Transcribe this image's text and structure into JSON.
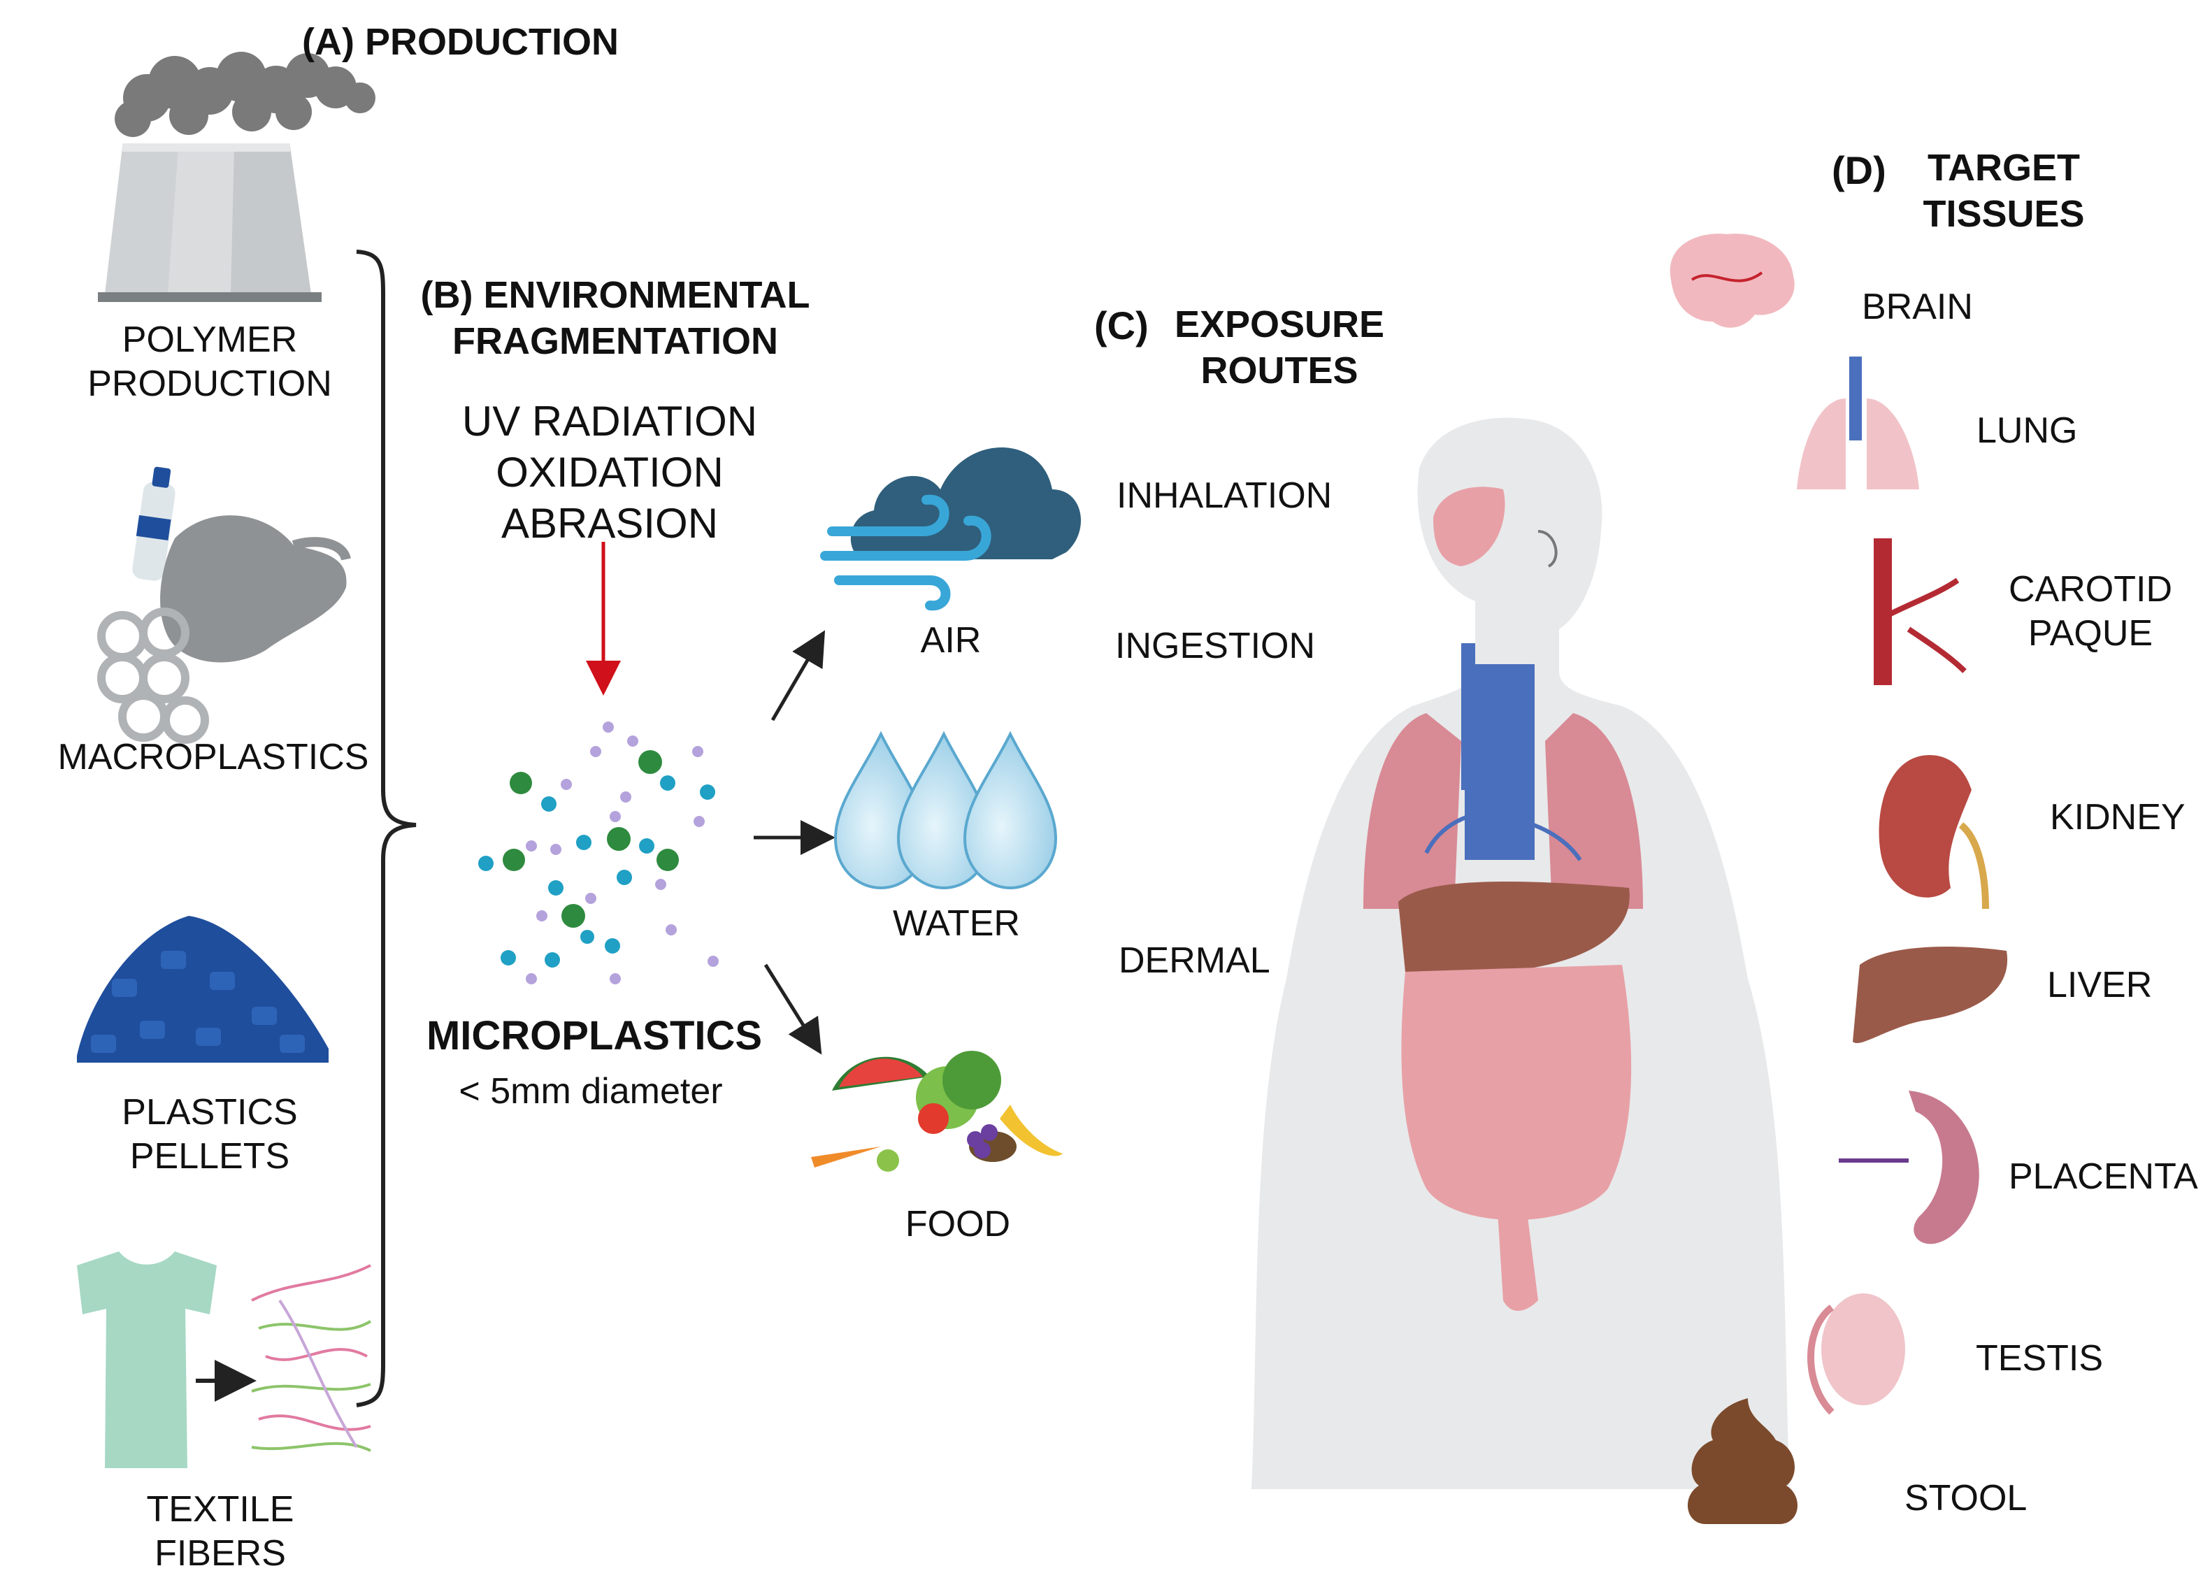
{
  "sections": {
    "production": "(A) PRODUCTION",
    "fragmentation": [
      "(B) ENVIRONMENTAL",
      "FRAGMENTATION"
    ],
    "exposure_letter": "(C)",
    "exposure": [
      "EXPOSURE",
      "ROUTES"
    ],
    "target_letter": "(D)",
    "target": [
      "TARGET",
      "TISSUES"
    ]
  },
  "sources": {
    "polymer": [
      "POLYMER",
      "PRODUCTION"
    ],
    "macro": "MACROPLASTICS",
    "pellets": [
      "PLASTICS",
      "PELLETS"
    ],
    "textile": [
      "TEXTILE",
      "FIBERS"
    ]
  },
  "processes": [
    "UV RADIATION",
    "OXIDATION",
    "ABRASION"
  ],
  "microplastics": {
    "title": "MICROPLASTICS",
    "subtitle": "< 5mm diameter"
  },
  "media": {
    "air": "AIR",
    "water": "WATER",
    "food": "FOOD"
  },
  "routes": {
    "inhalation": "INHALATION",
    "ingestion": "INGESTION",
    "dermal": "DERMAL"
  },
  "tissues": {
    "brain": "BRAIN",
    "lung": "LUNG",
    "carotid": [
      "CAROTID",
      "PAQUE"
    ],
    "kidney": "KIDNEY",
    "liver": "LIVER",
    "placenta": "PLACENTA",
    "testis": "TESTIS",
    "stool": "STOOL"
  },
  "colors": {
    "smoke": "#7a7a7a",
    "tower": "#cfd2d4",
    "pellets": "#1f4e9c",
    "tshirt": "#a6d8c4",
    "cloud": "#2f5f7c",
    "wind": "#39a6d8",
    "water": "#b7def0",
    "red_arrow": "#d0101a",
    "organ_pink": "#e7a0a6",
    "airway_blue": "#4a6fbc",
    "liver": "#9a5a4a",
    "stool": "#7b4a2c"
  }
}
